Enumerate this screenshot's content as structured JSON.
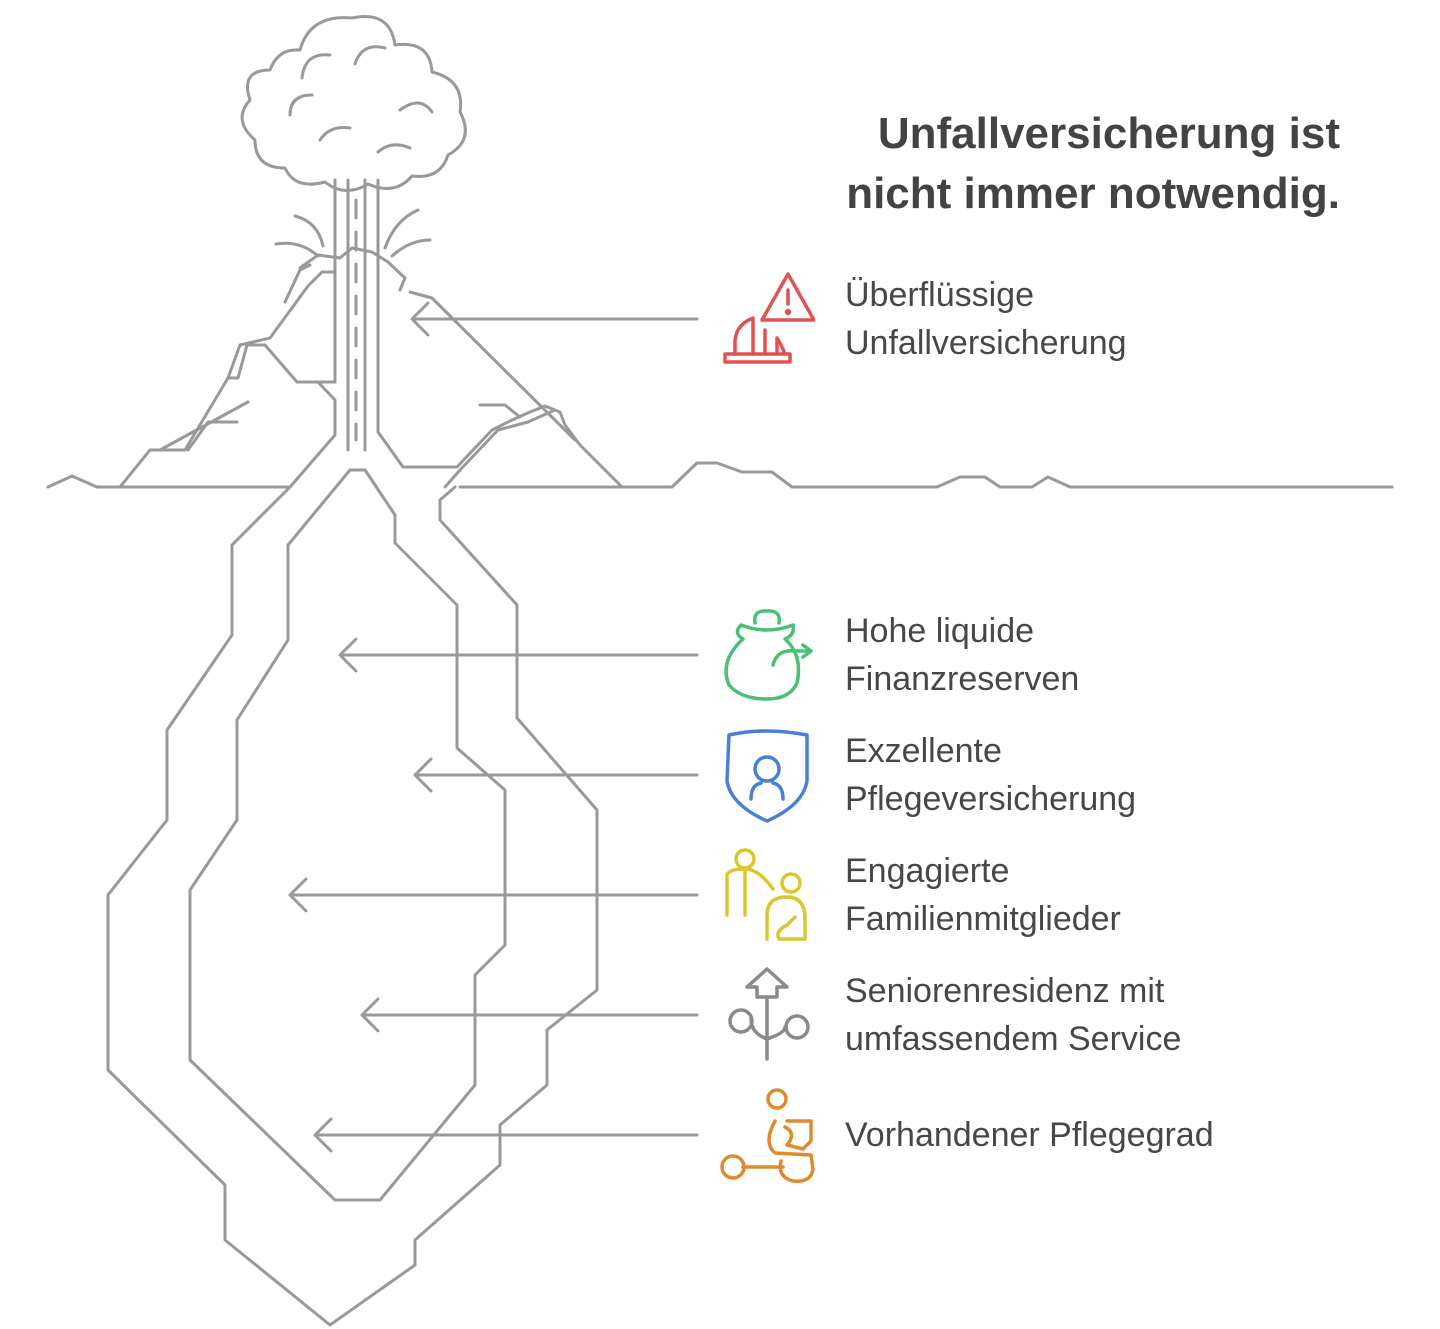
{
  "title": {
    "line1": "Unfallversicherung ist",
    "line2": "nicht immer notwendig."
  },
  "items": [
    {
      "line1": "Überflüssige",
      "line2": "Unfallversicherung",
      "icon": "warning-building-icon",
      "color": "#e05252"
    },
    {
      "line1": "Hohe liquide",
      "line2": "Finanzreserven",
      "icon": "money-bag-icon",
      "color": "#4bbf73"
    },
    {
      "line1": "Exzellente",
      "line2": "Pflegeversicherung",
      "icon": "shield-person-icon",
      "color": "#4a7fd6"
    },
    {
      "line1": "Engagierte",
      "line2": "Familienmitglieder",
      "icon": "family-care-icon",
      "color": "#d9c72b"
    },
    {
      "line1": "Seniorenresidenz mit",
      "line2": "umfassendem Service",
      "icon": "home-branches-icon",
      "color": "#8a8a8a"
    },
    {
      "line1": "Vorhandener Pflegegrad",
      "line2": "",
      "icon": "wheelchair-icon",
      "color": "#e08a2e"
    }
  ]
}
